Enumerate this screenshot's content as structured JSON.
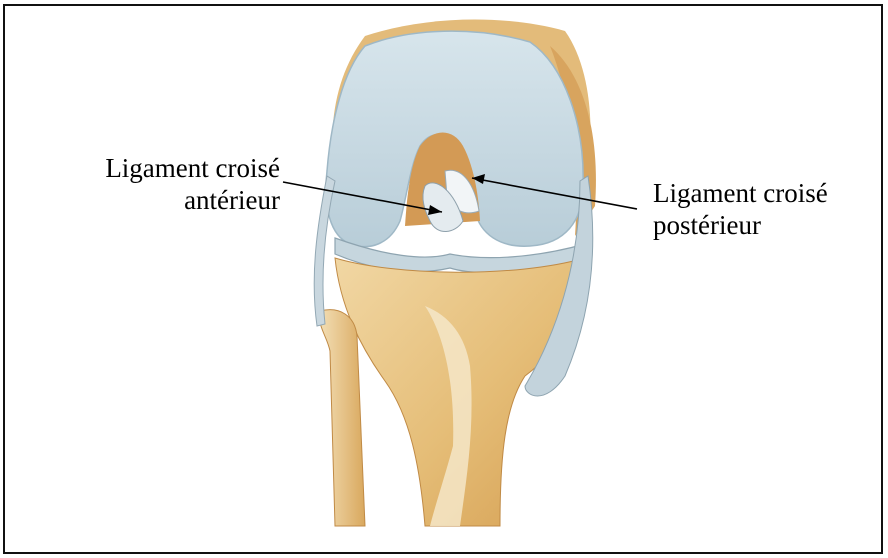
{
  "labels": {
    "anterior": {
      "line1": "Ligament croisé",
      "line2": "antérieur"
    },
    "posterior": {
      "line1": "Ligament croisé",
      "line2": "postérieur"
    }
  },
  "colors": {
    "cartilage": "#c9dbe4",
    "bone": "#e8c483",
    "bone_dark": "#cf9a4f",
    "ligament": "#e9eef1",
    "border": "#111111",
    "arrow": "#000000"
  },
  "figure": {
    "subject": "knee-joint-anterior-view",
    "icon": "knee-anatomy-illustration"
  }
}
